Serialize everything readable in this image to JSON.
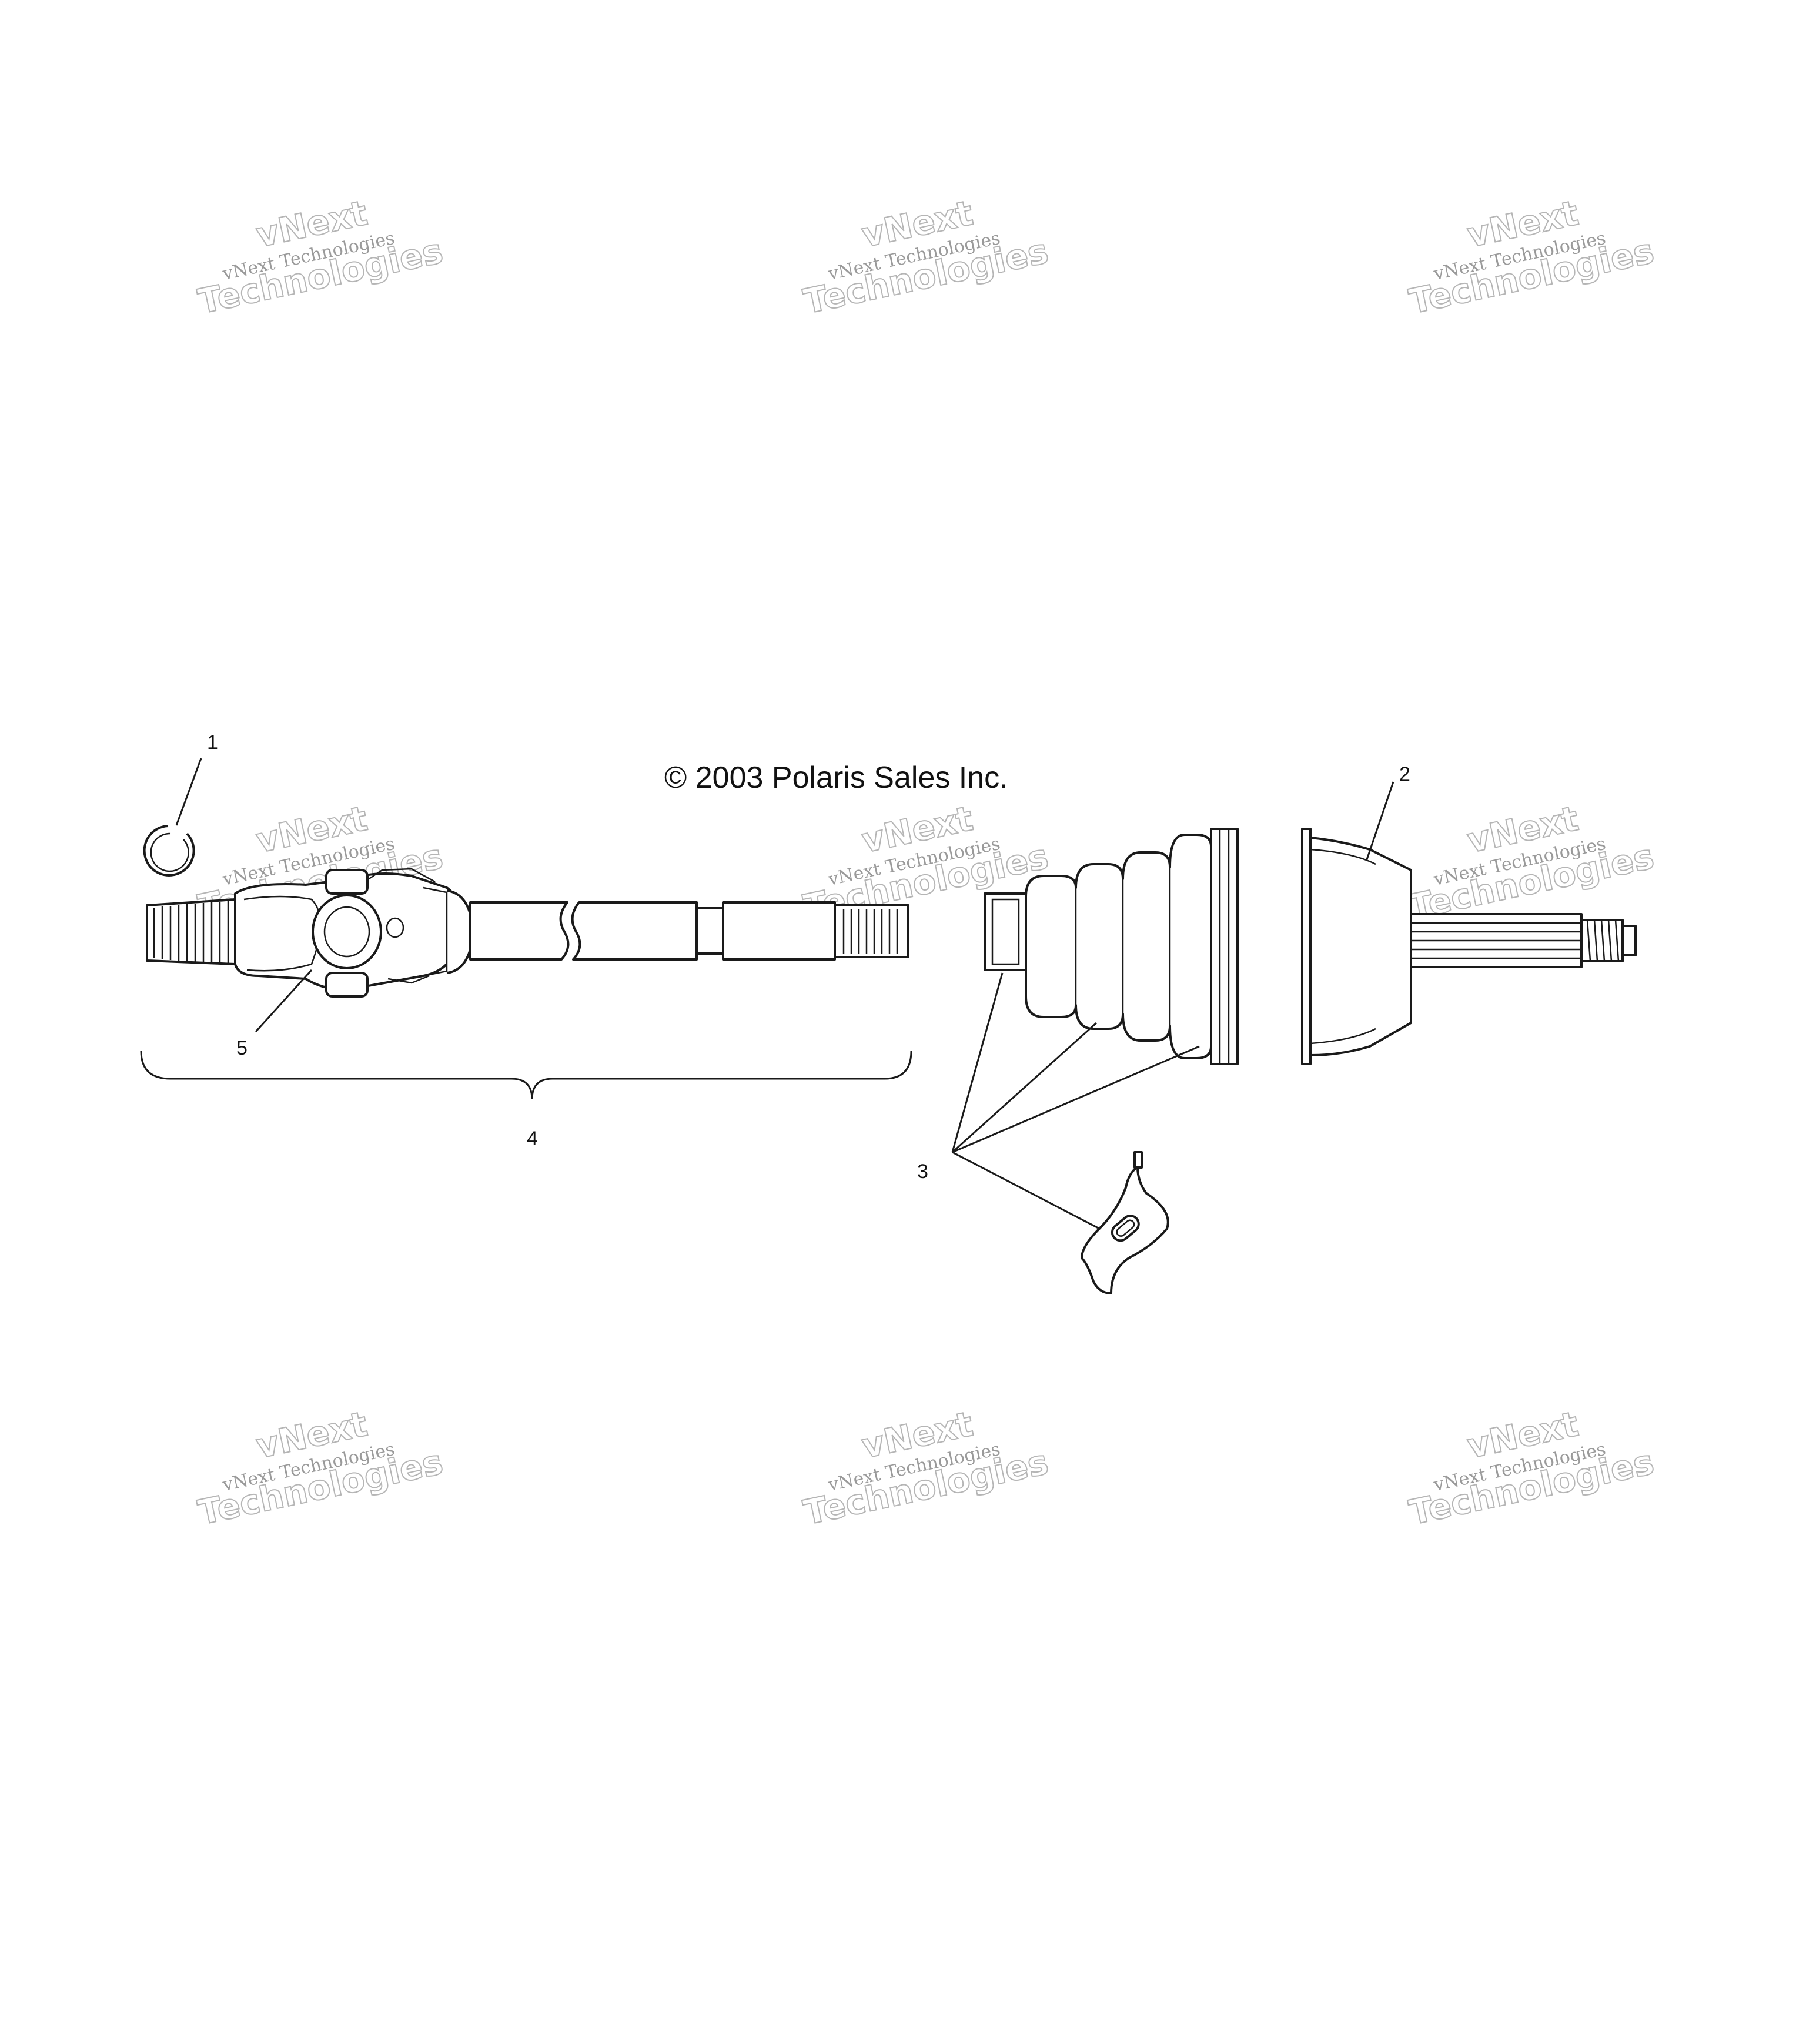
{
  "copyright": "© 2003 Polaris Sales Inc.",
  "watermark": {
    "line_a": "vNext",
    "line_b": "vNext Technologies",
    "line_c": "Technologies"
  },
  "callouts": [
    {
      "id": "1",
      "label": "1"
    },
    {
      "id": "2",
      "label": "2"
    },
    {
      "id": "3",
      "label": "3"
    },
    {
      "id": "4",
      "label": "4"
    },
    {
      "id": "5",
      "label": "5"
    }
  ]
}
